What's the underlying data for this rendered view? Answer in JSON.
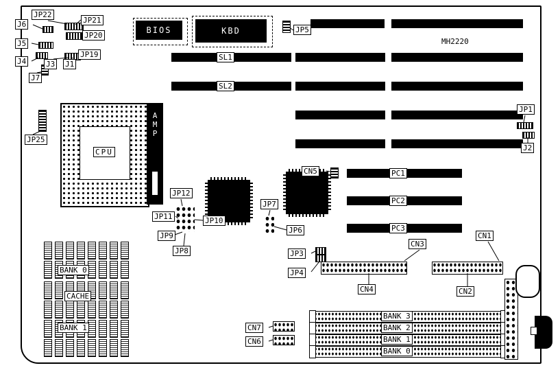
{
  "board": {
    "model": "MH2220"
  },
  "chips": {
    "bios": "BIOS",
    "kbd": "KBD",
    "cpu": "CPU",
    "amp": "AMP"
  },
  "slots": {
    "sl1": "SL1",
    "sl2": "SL2",
    "pc1": "PC1",
    "pc2": "PC2",
    "pc3": "PC3"
  },
  "memory": {
    "bank0_left": "BANK 0",
    "cache": "CACHE",
    "bank1_left": "BANK 1",
    "simm": [
      "BANK 3",
      "BANK 2",
      "BANK 1",
      "BANK 0"
    ]
  },
  "jumpers": {
    "jp1": "JP1",
    "jp3": "JP3",
    "jp4": "JP4",
    "jp5": "JP5",
    "jp6": "JP6",
    "jp7": "JP7",
    "jp8": "JP8",
    "jp9": "JP9",
    "jp10": "JP10",
    "jp11": "JP11",
    "jp12": "JP12",
    "jp19": "JP19",
    "jp20": "JP20",
    "jp21": "JP21",
    "jp22": "JP22",
    "jp25": "JP25",
    "j1": "J1",
    "j2": "J2",
    "j3": "J3",
    "j4": "J4",
    "j5": "J5",
    "j6": "J6",
    "j7": "J7"
  },
  "connectors": {
    "cn1": "CN1",
    "cn2": "CN2",
    "cn3": "CN3",
    "cn4": "CN4",
    "cn5": "CN5",
    "cn6": "CN6",
    "cn7": "CN7"
  }
}
